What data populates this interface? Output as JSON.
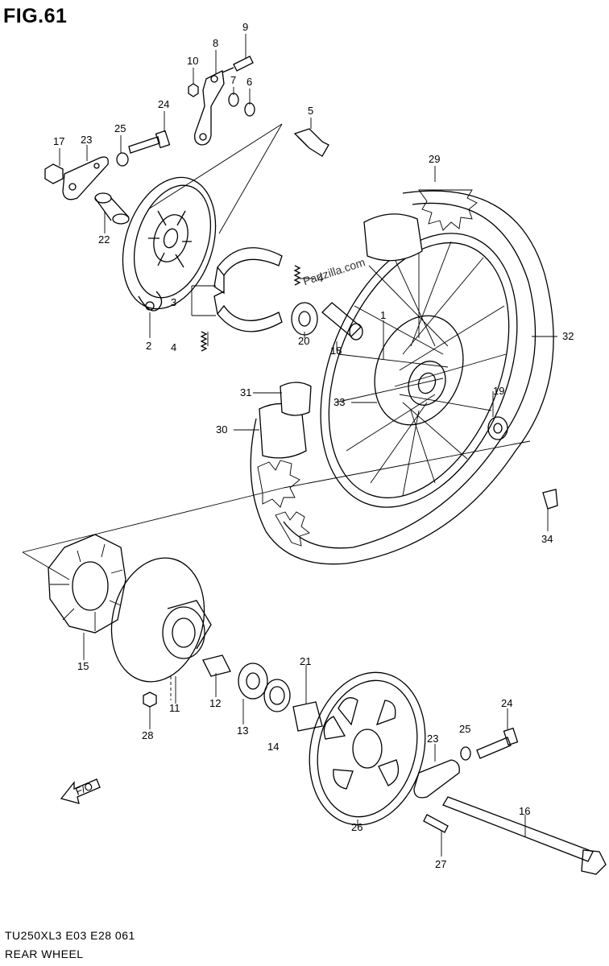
{
  "figure": {
    "title": "FIG.61",
    "model_code": "TU250XL3  E03  E28  061",
    "name": "REAR WHEEL",
    "watermark": "Partzilla.com",
    "direction_label": "F/O"
  },
  "callouts": {
    "c1": "1",
    "c2": "2",
    "c3": "3",
    "c4a": "4",
    "c4b": "4",
    "c5": "5",
    "c6": "6",
    "c7": "7",
    "c8": "8",
    "c9": "9",
    "c10": "10",
    "c11": "11",
    "c12": "12",
    "c13": "13",
    "c14": "14",
    "c15": "15",
    "c16": "16",
    "c17": "17",
    "c18": "18",
    "c19": "19",
    "c20": "20",
    "c21": "21",
    "c22": "22",
    "c23a": "23",
    "c23b": "23",
    "c24a": "24",
    "c24b": "24",
    "c25a": "25",
    "c25b": "25",
    "c26": "26",
    "c27": "27",
    "c28": "28",
    "c29": "29",
    "c30": "30",
    "c31": "31",
    "c32": "32",
    "c33": "33",
    "c34": "34"
  }
}
